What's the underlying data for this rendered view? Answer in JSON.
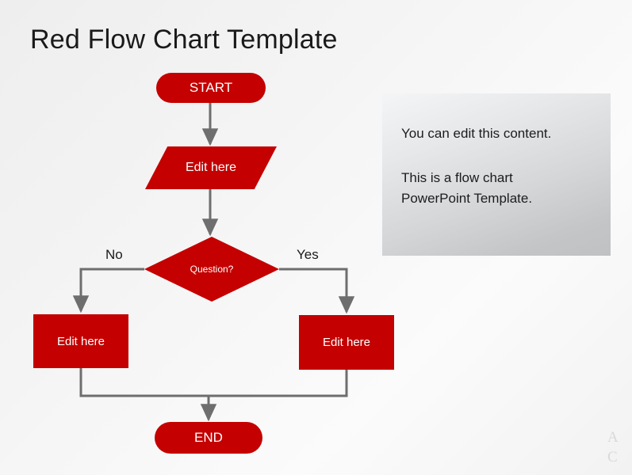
{
  "slide": {
    "title": "Red Flow Chart Template",
    "background_color": "#f4f4f4",
    "accent_color": "#c40000",
    "connector_color": "#6e6e6e"
  },
  "flowchart": {
    "nodes": [
      {
        "id": "start",
        "shape": "terminator",
        "label": "START"
      },
      {
        "id": "input",
        "shape": "parallelogram",
        "label": "Edit here"
      },
      {
        "id": "decision",
        "shape": "diamond",
        "label": "Question?"
      },
      {
        "id": "process-left",
        "shape": "rectangle",
        "label": "Edit here"
      },
      {
        "id": "process-right",
        "shape": "rectangle",
        "label": "Edit here"
      },
      {
        "id": "end",
        "shape": "terminator",
        "label": "END"
      }
    ],
    "branch_labels": {
      "no": "No",
      "yes": "Yes"
    }
  },
  "side_panel": {
    "paragraph_1": "You can edit this content.",
    "paragraph_2_line_1": "This is a flow chart",
    "paragraph_2_line_2": "PowerPoint Template."
  },
  "watermark": {
    "line_1": "A",
    "line_2": "C"
  }
}
